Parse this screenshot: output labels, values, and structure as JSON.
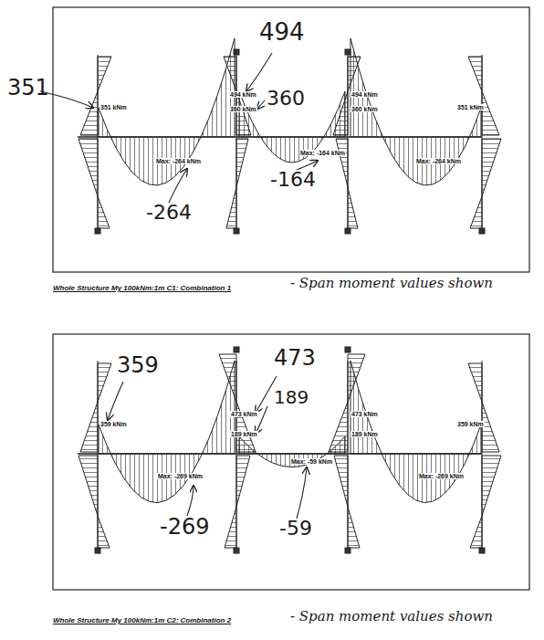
{
  "diagram": {
    "labels": [
      "494",
      "351",
      "360",
      "-264",
      "-164",
      "351 kNm",
      "494 kNm",
      "360 kNm",
      "Max: -264 kNm",
      "Max: -164 kNm",
      "494 kNm",
      "360 kNm",
      "Max: -264 kNm",
      "351 kNm",
      "Whole Structure My 100kNm:1m C1: Combination 1",
      "- Span moment values shown",
      "359",
      "473",
      "189",
      "-269",
      "-59",
      "359 kNm",
      "473 kNm",
      "189 kNm",
      "Max: -269 kNm",
      "Max: -59 kNm",
      "473 kNm",
      "189 kNm",
      "Max: -269 kNm",
      "359 kNm",
      "Whole Structure My 100kNm:1m C2: Combination 2",
      "- Span moment values shown"
    ]
  }
}
